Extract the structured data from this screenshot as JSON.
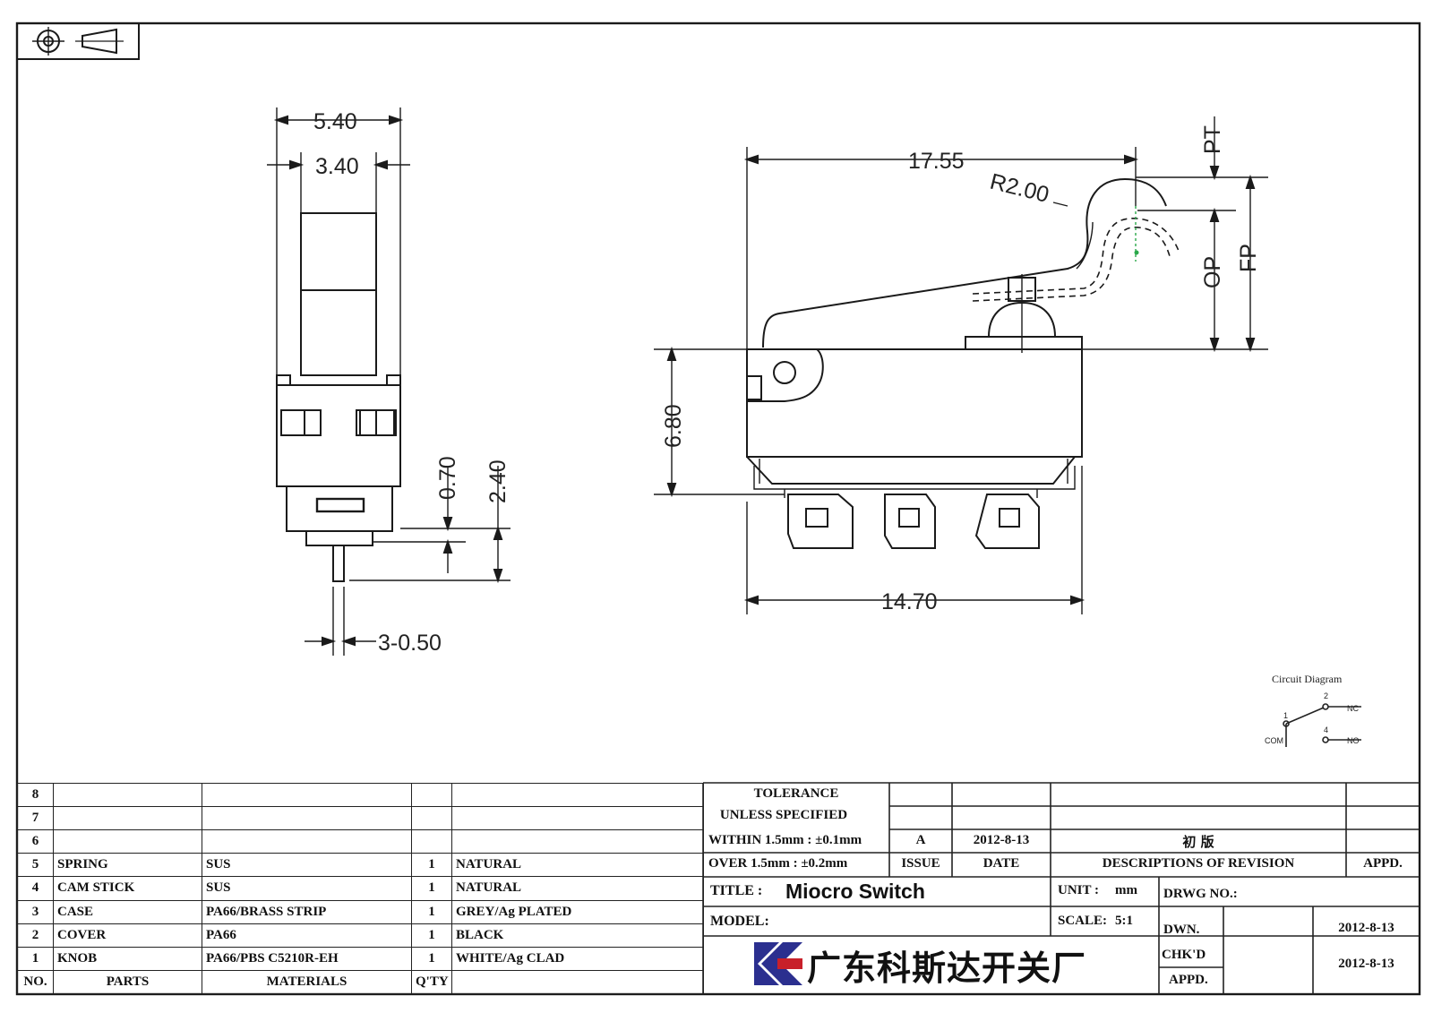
{
  "dimensions": {
    "side_width": "5.40",
    "side_inner": "3.40",
    "d_070": "0.70",
    "d_240": "2.40",
    "pin": "3-0.50",
    "lever_len": "17.55",
    "radius": "R2.00",
    "pt": "PT",
    "op": "OP",
    "fp": "FP",
    "height": "6.80",
    "body_len": "14.70"
  },
  "circuit": {
    "title": "Circuit Diagram",
    "n1": "1",
    "n2": "2",
    "n4": "4",
    "com": "COM",
    "nc": "NC",
    "no": "NO"
  },
  "bom": {
    "header": {
      "no": "NO.",
      "parts": "PARTS",
      "materials": "MATERIALS",
      "qty": "Q'TY"
    },
    "rows": [
      {
        "no": "8",
        "part": "",
        "material": "",
        "qty": "",
        "finish": ""
      },
      {
        "no": "7",
        "part": "",
        "material": "",
        "qty": "",
        "finish": ""
      },
      {
        "no": "6",
        "part": "",
        "material": "",
        "qty": "",
        "finish": ""
      },
      {
        "no": "5",
        "part": "SPRING",
        "material": "SUS",
        "qty": "1",
        "finish": "NATURAL"
      },
      {
        "no": "4",
        "part": "CAM STICK",
        "material": "SUS",
        "qty": "1",
        "finish": "NATURAL"
      },
      {
        "no": "3",
        "part": "CASE",
        "material": "PA66/BRASS STRIP",
        "qty": "1",
        "finish": "GREY/Ag PLATED"
      },
      {
        "no": "2",
        "part": "COVER",
        "material": "PA66",
        "qty": "1",
        "finish": "BLACK"
      },
      {
        "no": "1",
        "part": "KNOB",
        "material": "PA66/PBS C5210R-EH",
        "qty": "1",
        "finish": "WHITE/Ag CLAD"
      }
    ]
  },
  "titleblock": {
    "tol1": "TOLERANCE",
    "tol2": "UNLESS  SPECIFIED",
    "tol3": "WITHIN 1.5mm : ±0.1mm",
    "tol4": "OVER 1.5mm : ±0.2mm",
    "issue_val": "A",
    "date_val": "2012-8-13",
    "desc_val": "初  版",
    "issue": "ISSUE",
    "date": "DATE",
    "desc": "DESCRIPTIONS OF REVISION",
    "appd_h": "APPD.",
    "title_label": "TITLE :",
    "title_val": "Miocro Switch",
    "unit_label": "UNIT :",
    "unit_val": "mm",
    "drwg": "DRWG NO.:",
    "model": "MODEL:",
    "scale_label": "SCALE:",
    "scale_val": "5:1",
    "dwn": "DWN.",
    "dwn_date": "2012-8-13",
    "chkd": "CHK'D",
    "chkd_date": "2012-8-13",
    "appd": "APPD.",
    "company": "广东科斯达开关厂"
  },
  "colors": {
    "line": "#1a1a1a",
    "logo_blue": "#2b2f8f",
    "logo_red": "#c8202a",
    "accent_green": "#2aa84a"
  }
}
